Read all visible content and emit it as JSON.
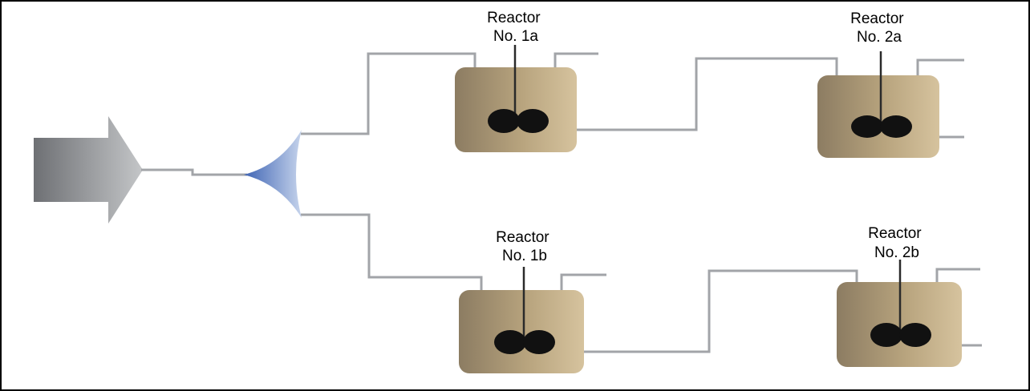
{
  "diagram": {
    "reactors": [
      {
        "id": "1a",
        "line1": "Reactor",
        "line2": "No. 1a"
      },
      {
        "id": "2a",
        "line1": "Reactor",
        "line2": "No. 2a"
      },
      {
        "id": "1b",
        "line1": "Reactor",
        "line2": "No. 1b"
      },
      {
        "id": "2b",
        "line1": "Reactor",
        "line2": "No. 2b"
      }
    ]
  },
  "colors": {
    "pipe": "#a2a4a8",
    "reactor_dark": "#8c7c62",
    "reactor_light": "#d6c39e",
    "inlet_dark": "#6e7074",
    "inlet_light": "#c4c6c8",
    "splitter": "#5b7fc4",
    "impeller": "#111111",
    "frame": "#000000"
  },
  "icons": {
    "inlet": "feed-arrow-icon",
    "splitter": "flow-splitter-icon",
    "impeller": "impeller-icon"
  }
}
